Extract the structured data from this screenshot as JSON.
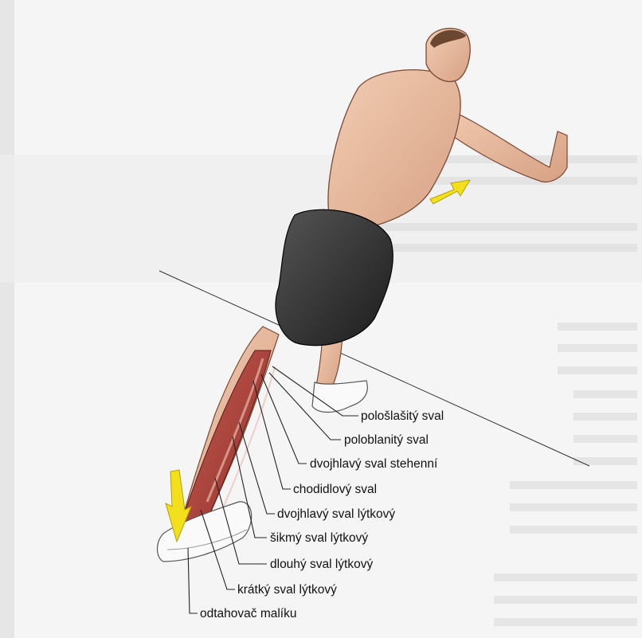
{
  "diagram": {
    "labels": [
      "pološlašitý sval",
      "poloblanitý sval",
      "dvojhlavý sval stehenní",
      "chodidlový sval",
      "dvojhlavý sval lýtkový",
      "šikmý sval lýtkový",
      "dlouhý sval lýtkový",
      "krátký sval lýtkový",
      "odtahovač malíku"
    ]
  }
}
